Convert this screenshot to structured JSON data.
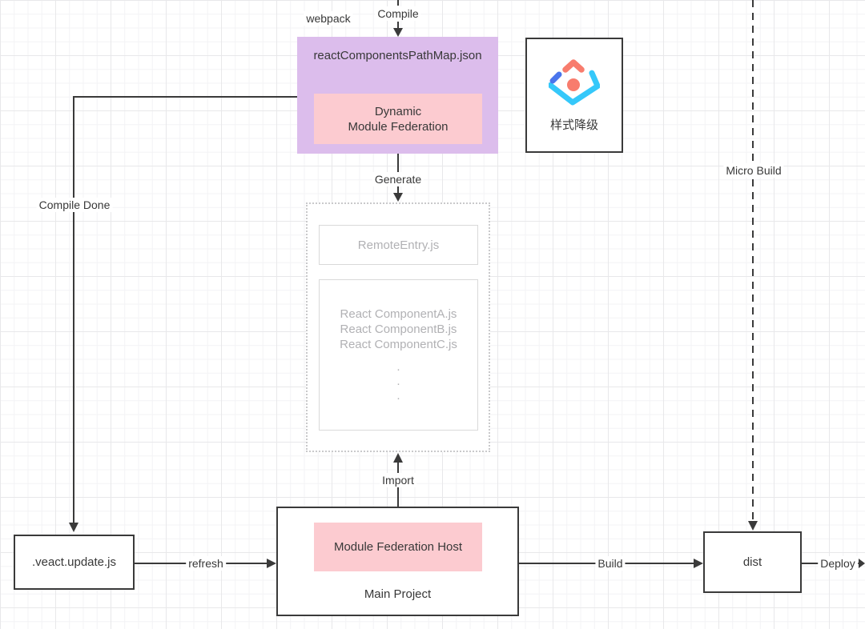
{
  "diagram": {
    "edge_labels": {
      "webpack": "webpack",
      "compile": "Compile",
      "generate": "Generate",
      "import": "Import",
      "compile_done": "Compile Done",
      "refresh": "refresh",
      "build": "Build",
      "deploy": "Deploy",
      "micro_build": "Micro Build"
    },
    "nodes": {
      "path_map": {
        "title": "reactComponentsPathMap.json"
      },
      "dynamic_mf": {
        "line1": "Dynamic",
        "line2": "Module Federation"
      },
      "style_downgrade": {
        "label": "样式降级"
      },
      "remote_entry": {
        "label": "RemoteEntry.js"
      },
      "components": {
        "items": [
          "React ComponentA.js",
          "React ComponentB.js",
          "React ComponentC.js"
        ],
        "dots": [
          ".",
          ".",
          "."
        ]
      },
      "mf_host": {
        "label": "Module Federation Host"
      },
      "main_project": {
        "label": "Main Project"
      },
      "veact_update": {
        "label": ".veact.update.js"
      },
      "dist": {
        "label": "dist"
      }
    },
    "colors": {
      "purple_fill": "#dcbdec",
      "pink_fill": "#fccbd0",
      "connector": "#3a3a3a",
      "ghost_text": "#b1b1b4",
      "ghost_border": "#d9d9d9",
      "icon_cyan": "#35c8fa",
      "icon_blue": "#4a75ec",
      "icon_red": "#f87c6d"
    }
  }
}
